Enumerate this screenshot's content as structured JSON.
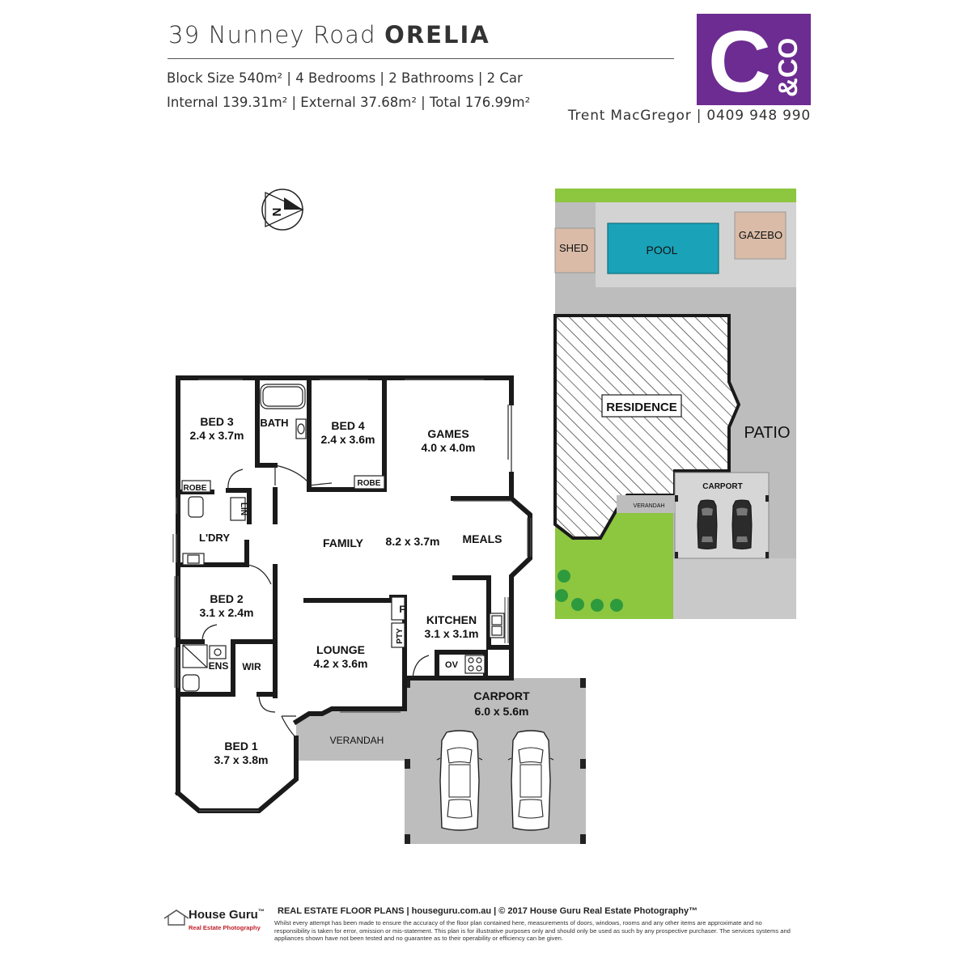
{
  "header": {
    "address": "39 Nunney Road",
    "suburb": "ORELIA",
    "line1": "Block Size 540m² | 4 Bedrooms | 2 Bathrooms | 2 Car",
    "line2": "Internal 139.31m² | External 37.68m² | Total 176.99m²",
    "agent": "Trent MacGregor | 0409 948 990"
  },
  "logo": {
    "letter": "C",
    "amp": "&CO",
    "color": "#6d2c91"
  },
  "compass": {
    "label": "N"
  },
  "colors": {
    "wall": "#1a1a1a",
    "external_grey": "#bdbdbd",
    "lawn": "#8dc63f",
    "pool": "#1aa2b8",
    "shed": "#d9bba7",
    "trees": "#2e9a3e"
  },
  "rooms": {
    "bed3": {
      "name": "BED 3",
      "size": "2.4 x 3.7m"
    },
    "bath": {
      "name": "BATH"
    },
    "bed4": {
      "name": "BED 4",
      "size": "2.4 x 3.6m"
    },
    "games": {
      "name": "GAMES",
      "size": "4.0 x 4.0m"
    },
    "robe_a": {
      "name": "ROBE"
    },
    "robe_b": {
      "name": "ROBE"
    },
    "lin": {
      "name": "LIN"
    },
    "ldry": {
      "name": "L'DRY"
    },
    "family": {
      "name": "FAMILY"
    },
    "family_size": {
      "size": "8.2 x 3.7m"
    },
    "meals": {
      "name": "MEALS"
    },
    "bed2": {
      "name": "BED 2",
      "size": "3.1 x 2.4m"
    },
    "ens": {
      "name": "ENS"
    },
    "wir": {
      "name": "WIR"
    },
    "lounge": {
      "name": "LOUNGE",
      "size": "4.2 x 3.6m"
    },
    "kitchen": {
      "name": "KITCHEN",
      "size": "3.1 x 3.1m"
    },
    "fridge": {
      "name": "F"
    },
    "pantry": {
      "name": "PTY"
    },
    "oven": {
      "name": "OV"
    },
    "bed1": {
      "name": "BED 1",
      "size": "3.7 x 3.8m"
    },
    "verandah": {
      "name": "VERANDAH"
    },
    "carport": {
      "name": "CARPORT",
      "size": "6.0 x 5.6m"
    }
  },
  "site": {
    "shed": "SHED",
    "pool": "POOL",
    "gazebo": "GAZEBO",
    "residence": "RESIDENCE",
    "patio": "PATIO",
    "carport": "CARPORT",
    "verandah": "VERANDAH"
  },
  "footer": {
    "brand": "House Guru",
    "brand_tm": "™",
    "brand_sub": "Real Estate Photography",
    "main": "REAL ESTATE FLOOR PLANS  | houseguru.com.au | © 2017 House Guru Real Estate Photography™",
    "fine": "Whilst every attempt has been made to ensure the accuracy of the floor plan contained here, measurements of doors, windows, rooms and any other items are approximate and no responsibility is taken for error, omission or mis-statement. This plan is for illustrative purposes only and should only be used as such by any prospective purchaser. The services systems and appliances shown have not been tested and no guarantee as to their operability or efficiency can be given."
  }
}
